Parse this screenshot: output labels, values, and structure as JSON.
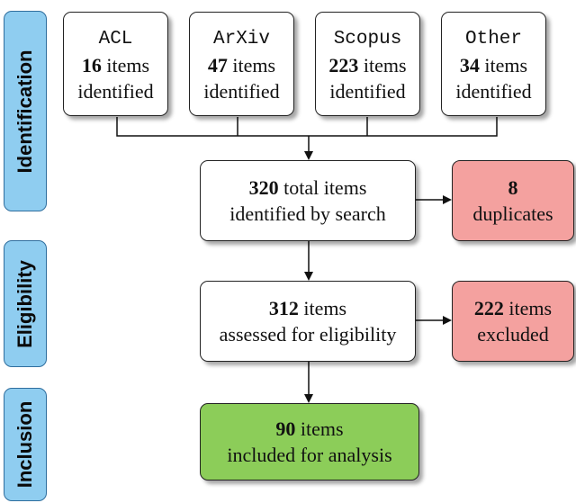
{
  "stages": {
    "identification": "Identification",
    "eligibility": "Eligibility",
    "inclusion": "Inclusion"
  },
  "sources": [
    {
      "name": "ACL",
      "count": "16",
      "text1": " items",
      "text2": "identified"
    },
    {
      "name": "ArXiv",
      "count": "47",
      "text1": " items",
      "text2": "identified"
    },
    {
      "name": "Scopus",
      "count": "223",
      "text1": " items",
      "text2": "identified"
    },
    {
      "name": "Other",
      "count": "34",
      "text1": " items",
      "text2": "identified"
    }
  ],
  "total": {
    "count": "320",
    "line1": " total items",
    "line2": "identified by search"
  },
  "duplicates": {
    "count": "8",
    "line2": "duplicates"
  },
  "assessed": {
    "count": "312",
    "line1": " items",
    "line2": "assessed for eligibility"
  },
  "excluded": {
    "count": "222",
    "line1": " items",
    "line2": "excluded"
  },
  "included": {
    "count": "90",
    "line1": " items",
    "line2": "included for analysis"
  },
  "colors": {
    "stage_fill": "#8fcdf0",
    "removed_fill": "#f4a19f",
    "included_fill": "#8ccd59"
  }
}
